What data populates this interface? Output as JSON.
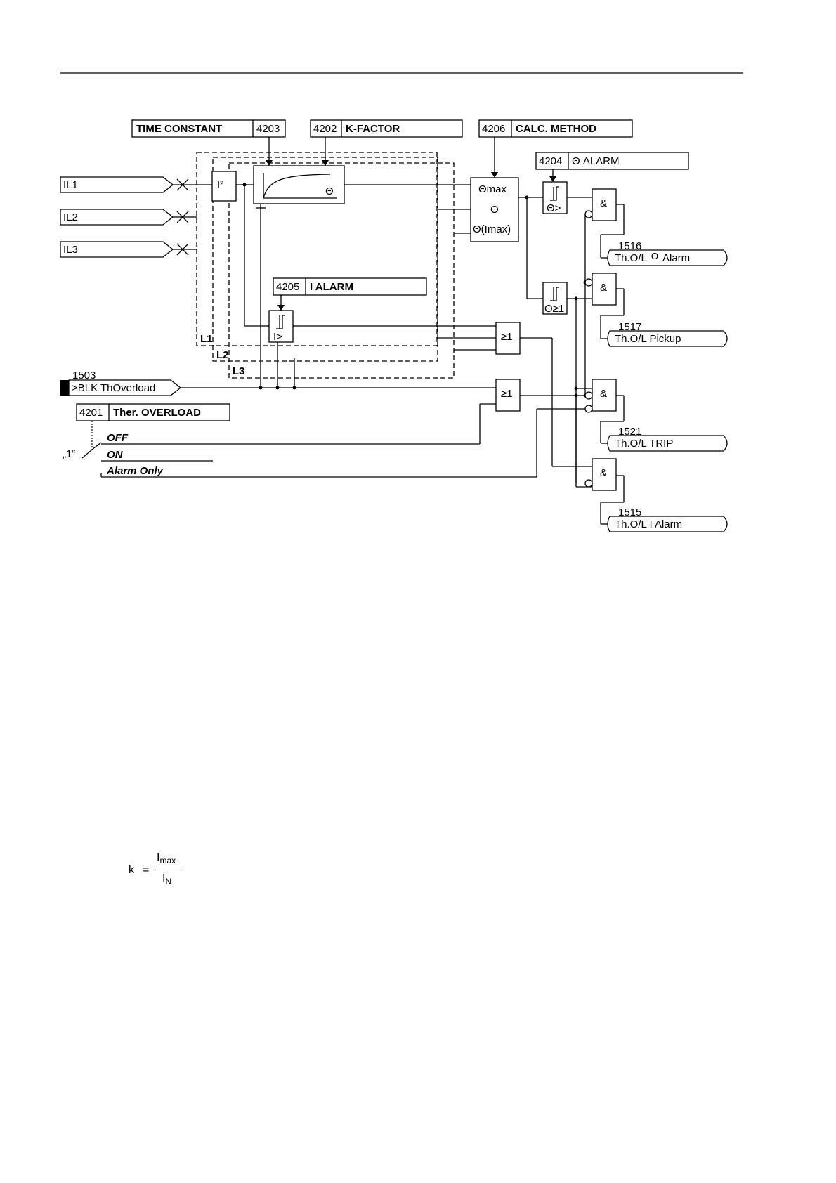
{
  "params": {
    "time_constant": {
      "name": "TIME CONSTANT",
      "addr": "4203"
    },
    "k_factor": {
      "name": "K-FACTOR",
      "addr": "4202"
    },
    "calc_method": {
      "name": "CALC. METHOD",
      "addr": "4206"
    },
    "theta_alarm": {
      "name": "Θ ALARM",
      "addr": "4204"
    },
    "i_alarm": {
      "name": "I ALARM",
      "addr": "4205"
    },
    "ther_overload": {
      "name": "Ther. OVERLOAD",
      "addr": "4201"
    }
  },
  "inputs": {
    "il1": "IL1",
    "il2": "IL2",
    "il3": "IL3"
  },
  "blk_input": {
    "addr": "1503",
    "name": ">BLK ThOverload"
  },
  "phases": {
    "l1": "L1",
    "l2": "L2",
    "l3": "L3"
  },
  "blocks": {
    "i_squared": "I²",
    "theta": "Θ",
    "theta_max": "Θmax",
    "theta_mid": "Θ",
    "theta_imax": "Θ(Imax)",
    "cmp_theta_gt": "Θ>",
    "cmp_theta_ge1": "Θ≥1",
    "cmp_i_gt": "I>",
    "or_gate": "≥1",
    "and_gate": "&"
  },
  "switch": {
    "const": "„1“",
    "off": "OFF",
    "on": "ON",
    "alarm_only": "Alarm Only"
  },
  "outputs": [
    {
      "addr": "1516",
      "name_pre": "Th.O/L",
      "name_sym": "Θ",
      "name_post": "Alarm"
    },
    {
      "addr": "1517",
      "name": "Th.O/L Pickup"
    },
    {
      "addr": "1521",
      "name": "Th.O/L TRIP"
    },
    {
      "addr": "1515",
      "name": "Th.O/L I Alarm"
    }
  ],
  "formula": {
    "k": "k",
    "eq": "=",
    "num": "I",
    "num_sub": "max",
    "den": "I",
    "den_sub": "N"
  }
}
